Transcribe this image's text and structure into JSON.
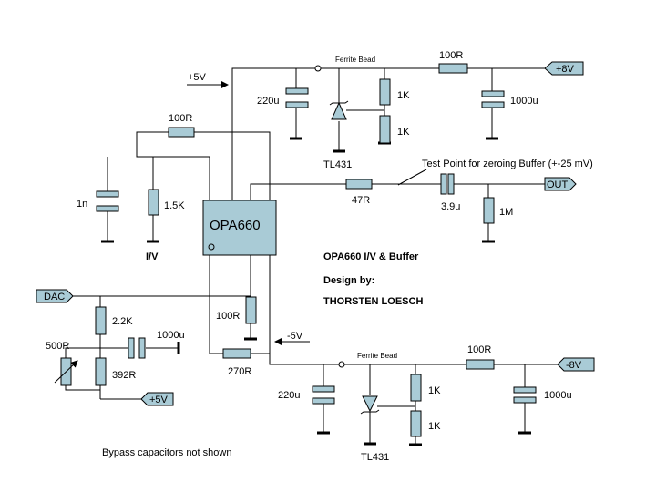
{
  "colors": {
    "component_fill": "#a9cbd6",
    "wire": "#000000",
    "background": "#ffffff"
  },
  "chip": {
    "label": "OPA660"
  },
  "rails": {
    "plus5v": "+5V",
    "minus5v": "-5V"
  },
  "ports": {
    "plus8v": "+8V",
    "minus8v": "-8V",
    "out": "OUT",
    "dac": "DAC",
    "plus5v_bottom": "+5V"
  },
  "components": {
    "fb_top": "Ferrite Bead",
    "r_top_100r": "100R",
    "c_220u_top": "220u",
    "tl431_top": "TL431",
    "r_1k_a": "1K",
    "r_1k_b": "1K",
    "c_1000u_top": "1000u",
    "r_fb_100r": "100R",
    "c_1n": "1n",
    "r_1k5": "1.5K",
    "iv_label": "I/V",
    "r_47r": "47R",
    "test_point": "Test Point for zeroing Buffer (+-25 mV)",
    "c_3u9": "3.9u",
    "r_1m": "1M",
    "r_100r_bias": "100R",
    "r_270r": "270R",
    "r_2k2": "2.2K",
    "r_500r": "500R",
    "r_392r": "392R",
    "c_1000u_dac": "1000u",
    "fb_bottom": "Ferrite Bead",
    "r_bottom_100r": "100R",
    "c_220u_bottom": "220u",
    "tl431_bottom": "TL431",
    "r_1k_c": "1K",
    "r_1k_d": "1K",
    "c_1000u_bottom": "1000u"
  },
  "title": {
    "line1": "OPA660  I/V  &  Buffer",
    "line2": "Design by:",
    "line3": "THORSTEN  LOESCH"
  },
  "note": "Bypass capacitors not shown"
}
